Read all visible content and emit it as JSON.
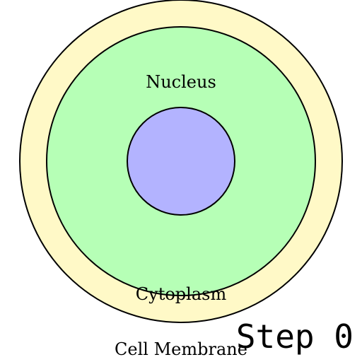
{
  "diagram": {
    "labels": {
      "nucleus": "Nucleus",
      "cytoplasm": "Cytoplasm",
      "membrane": "Cell Membrane"
    },
    "step_label": "Step 0"
  },
  "colors": {
    "membrane_fill": "#fff9c7",
    "cytoplasm_fill": "#b6ffb6",
    "nucleus_fill": "#b3b3ff",
    "stroke": "#000000",
    "background": "#ffffff"
  }
}
